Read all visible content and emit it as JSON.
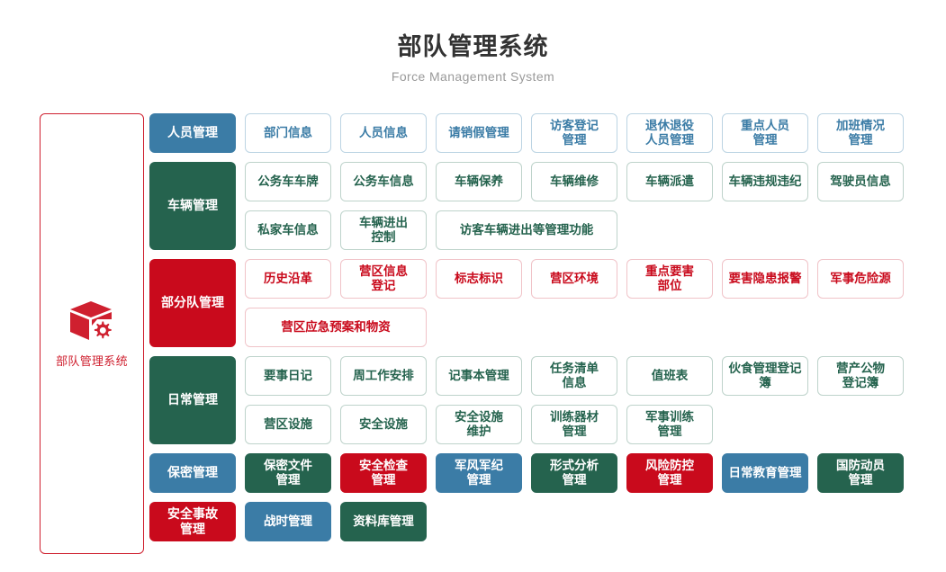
{
  "header": {
    "title": "部队管理系统",
    "subtitle": "Force Management System"
  },
  "sidebar": {
    "logo_icon": "cube-gear-icon",
    "label": "部队管理系统"
  },
  "colors": {
    "blue": "#3b7ca6",
    "green": "#25634e",
    "red": "#c90a1c",
    "blue_border": "#bcd4e3",
    "green_border": "#bed3cb",
    "red_border": "#f0c3c8",
    "title": "#333333",
    "subtitle": "#9a9a9a"
  },
  "rows": [
    {
      "category": "人员管理",
      "category_color": "blue",
      "lines": [
        [
          {
            "label": "部门信息",
            "style": "o-blue",
            "span": 1
          },
          {
            "label": "人员信息",
            "style": "o-blue",
            "span": 1
          },
          {
            "label": "请销假管理",
            "style": "o-blue",
            "span": 1
          },
          {
            "label": "访客登记\n管理",
            "style": "o-blue",
            "span": 1
          },
          {
            "label": "退休退役\n人员管理",
            "style": "o-blue",
            "span": 1
          },
          {
            "label": "重点人员\n管理",
            "style": "o-blue",
            "span": 1
          },
          {
            "label": "加班情况\n管理",
            "style": "o-blue",
            "span": 1
          }
        ]
      ]
    },
    {
      "category": "车辆管理",
      "category_color": "green",
      "lines": [
        [
          {
            "label": "公务车车牌",
            "style": "o-green",
            "span": 1
          },
          {
            "label": "公务车信息",
            "style": "o-green",
            "span": 1
          },
          {
            "label": "车辆保养",
            "style": "o-green",
            "span": 1
          },
          {
            "label": "车辆维修",
            "style": "o-green",
            "span": 1
          },
          {
            "label": "车辆派遣",
            "style": "o-green",
            "span": 1
          },
          {
            "label": "车辆违规违纪",
            "style": "o-green",
            "span": 1
          },
          {
            "label": "驾驶员信息",
            "style": "o-green",
            "span": 1
          }
        ],
        [
          {
            "label": "私家车信息",
            "style": "o-green",
            "span": 1
          },
          {
            "label": "车辆进出\n控制",
            "style": "o-green",
            "span": 1
          },
          {
            "label": "访客车辆进出等管理功能",
            "style": "o-green",
            "span": 2
          }
        ]
      ]
    },
    {
      "category": "部分队管理",
      "category_color": "red",
      "lines": [
        [
          {
            "label": "历史沿革",
            "style": "o-red",
            "span": 1
          },
          {
            "label": "营区信息\n登记",
            "style": "o-red",
            "span": 1
          },
          {
            "label": "标志标识",
            "style": "o-red",
            "span": 1
          },
          {
            "label": "营区环境",
            "style": "o-red",
            "span": 1
          },
          {
            "label": "重点要害\n部位",
            "style": "o-red",
            "span": 1
          },
          {
            "label": "要害隐患报警",
            "style": "o-red",
            "span": 1
          },
          {
            "label": "军事危险源",
            "style": "o-red",
            "span": 1
          }
        ],
        [
          {
            "label": "营区应急预案和物资",
            "style": "o-red",
            "span": 2
          }
        ]
      ]
    },
    {
      "category": "日常管理",
      "category_color": "green",
      "lines": [
        [
          {
            "label": "要事日记",
            "style": "o-green",
            "span": 1
          },
          {
            "label": "周工作安排",
            "style": "o-green",
            "span": 1
          },
          {
            "label": "记事本管理",
            "style": "o-green",
            "span": 1
          },
          {
            "label": "任务清单\n信息",
            "style": "o-green",
            "span": 1
          },
          {
            "label": "值班表",
            "style": "o-green",
            "span": 1
          },
          {
            "label": "伙食管理登记簿",
            "style": "o-green",
            "span": 1
          },
          {
            "label": "营产公物\n登记簿",
            "style": "o-green",
            "span": 1
          }
        ],
        [
          {
            "label": "营区设施",
            "style": "o-green",
            "span": 1
          },
          {
            "label": "安全设施",
            "style": "o-green",
            "span": 1
          },
          {
            "label": "安全设施\n维护",
            "style": "o-green",
            "span": 1
          },
          {
            "label": "训练器材\n管理",
            "style": "o-green",
            "span": 1
          },
          {
            "label": "军事训练\n管理",
            "style": "o-green",
            "span": 1
          }
        ]
      ]
    },
    {
      "category": "保密管理",
      "category_color": "blue",
      "lines": [
        [
          {
            "label": "保密文件\n管理",
            "style": "f-green",
            "span": 1
          },
          {
            "label": "安全检查\n管理",
            "style": "f-red",
            "span": 1
          },
          {
            "label": "军风军纪\n管理",
            "style": "f-blue",
            "span": 1
          },
          {
            "label": "形式分析\n管理",
            "style": "f-green",
            "span": 1
          },
          {
            "label": "风险防控\n管理",
            "style": "f-red",
            "span": 1
          },
          {
            "label": "日常教育管理",
            "style": "f-blue",
            "span": 1
          },
          {
            "label": "国防动员\n管理",
            "style": "f-green",
            "span": 1
          }
        ]
      ]
    },
    {
      "category": "安全事故\n管理",
      "category_color": "red",
      "lines": [
        [
          {
            "label": "战时管理",
            "style": "f-blue",
            "span": 1
          },
          {
            "label": "资料库管理",
            "style": "f-green",
            "span": 1
          }
        ]
      ]
    }
  ]
}
